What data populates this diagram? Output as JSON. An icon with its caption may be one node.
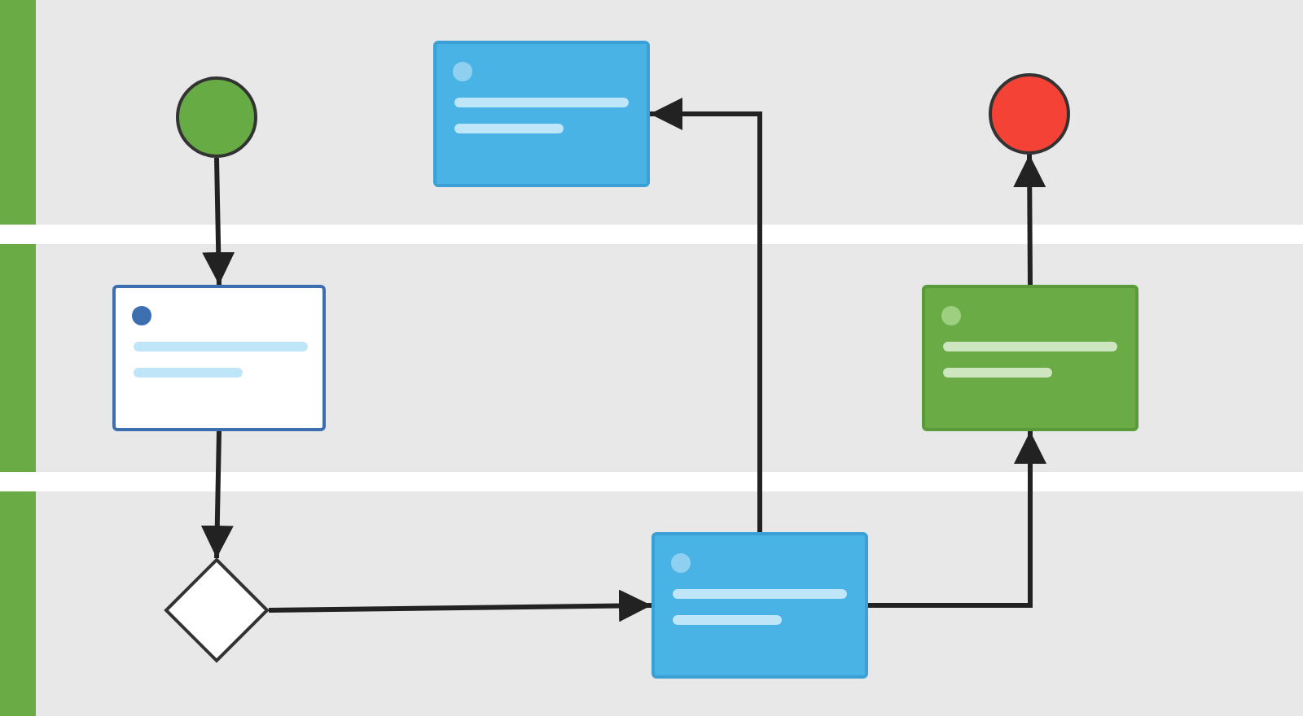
{
  "diagram": {
    "nodes": [
      {
        "text": [],
        "shape": "box"
      },
      {
        "text": [],
        "shape": "circle"
      },
      {
        "text": [],
        "shape": "circle"
      },
      {
        "text": [],
        "shape": "box"
      },
      {
        "text": [],
        "shape": "box"
      },
      {
        "text": [],
        "shape": "diamond"
      },
      {
        "text": [],
        "shape": "box"
      }
    ],
    "edges": [
      {
        "from": 1,
        "to": 3,
        "arrow": "to"
      },
      {
        "from": 3,
        "to": 5,
        "arrow": "to"
      },
      {
        "from": 5,
        "to": 6,
        "arrow": "to"
      },
      {
        "from": 6,
        "to": 0,
        "arrow": "to"
      },
      {
        "from": 6,
        "to": 4,
        "arrow": "to"
      },
      {
        "from": 4,
        "to": 2,
        "arrow": "to"
      }
    ]
  }
}
